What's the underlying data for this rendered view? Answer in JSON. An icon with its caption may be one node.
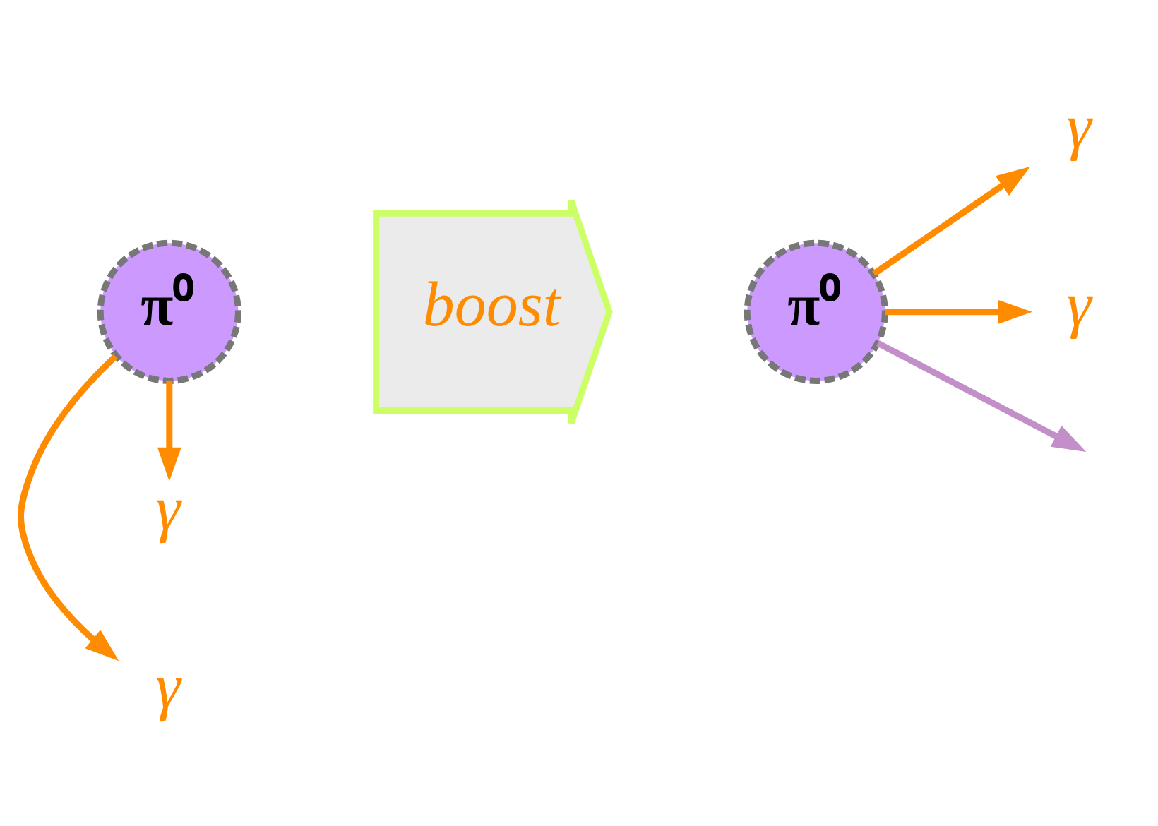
{
  "diagram": {
    "nodes": [
      {
        "text": [
          "γ"
        ]
      },
      {
        "text": [
          "π⁰"
        ]
      },
      {
        "text": [
          "γ"
        ]
      },
      {
        "text": [
          "boost"
        ]
      },
      {
        "text": [
          "π⁰"
        ]
      },
      {
        "text": [
          "γ"
        ]
      },
      {
        "text": [
          "γ"
        ]
      }
    ],
    "edges": [
      {
        "from": 1,
        "to": 0,
        "arrow": "to"
      },
      {
        "from": 1,
        "to": 2,
        "arrow": "to"
      },
      {
        "from": 4,
        "to": 5,
        "arrow": "to"
      },
      {
        "from": 4,
        "to": null,
        "arrow": "to",
        "color": "#c38fc8"
      },
      {
        "from": 4,
        "to": 6,
        "arrow": "to"
      }
    ]
  }
}
